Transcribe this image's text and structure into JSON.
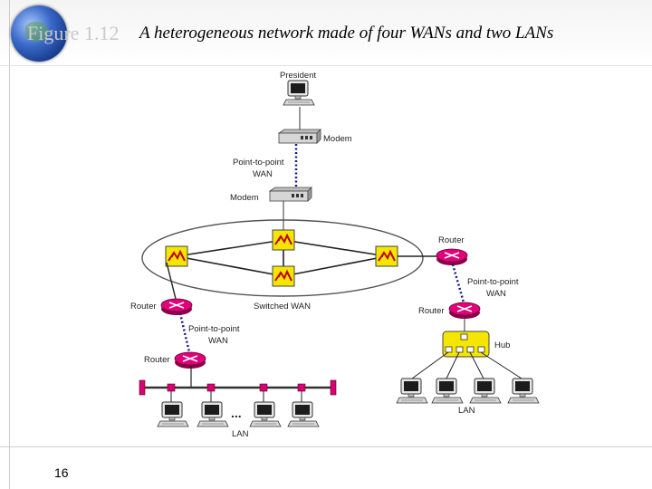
{
  "figure": {
    "label": "Figure 1.12",
    "title": "A heterogeneous network made of four WANs and two LANs"
  },
  "page_number": "16",
  "diagram": {
    "labels": {
      "president": "President",
      "modem_top": "Modem",
      "p2p_top_1": "Point-to-point",
      "p2p_top_2": "WAN",
      "modem_bottom": "Modem",
      "router_right_top": "Router",
      "p2p_right_1": "Point-to-point",
      "p2p_right_2": "WAN",
      "router_right_bottom": "Router",
      "hub": "Hub",
      "lan_right": "LAN",
      "router_left": "Router",
      "switched_wan": "Switched WAN",
      "p2p_left_1": "Point-to-point",
      "p2p_left_2": "WAN",
      "router_lan_left": "Router",
      "ellipsis": "...",
      "lan_left": "LAN"
    },
    "colors": {
      "switch": "#f5e600",
      "router": "#e0007a",
      "hub": "#f5e600",
      "dash_link": "#1a1a80"
    }
  }
}
